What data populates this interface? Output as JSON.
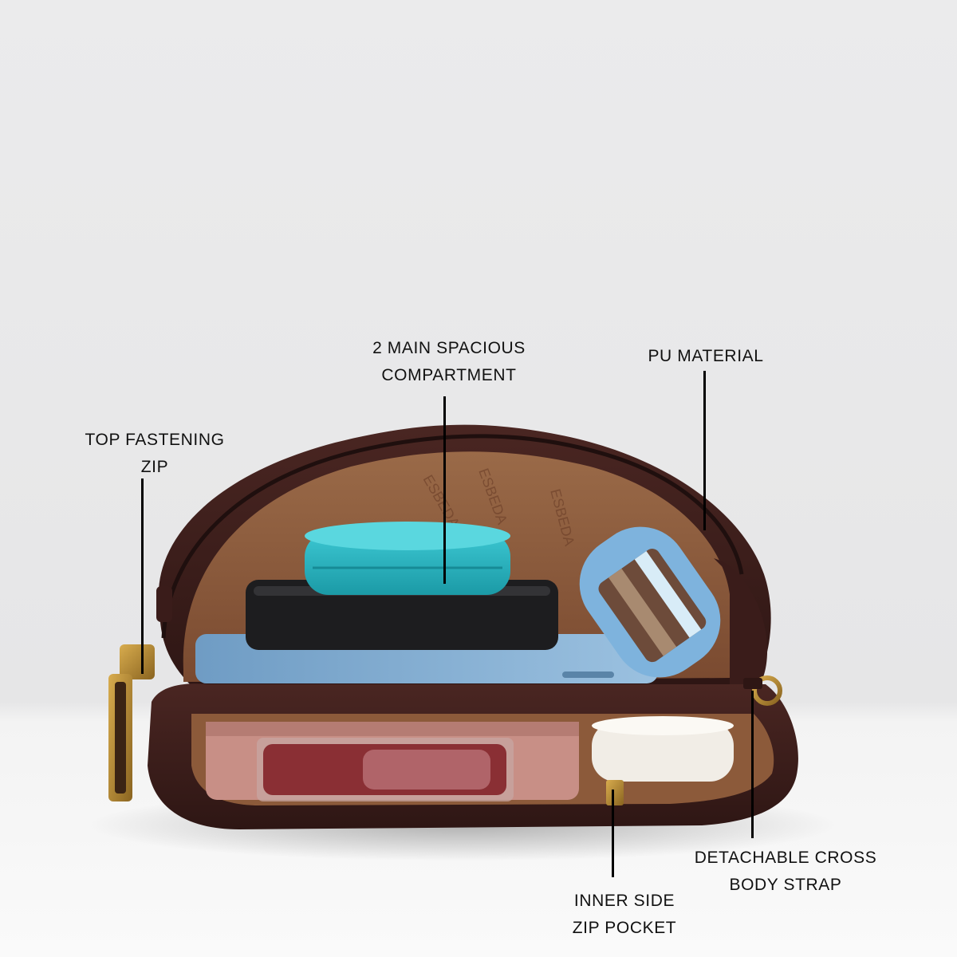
{
  "image": {
    "subject": "product-feature-photo",
    "colors": {
      "background": "#e8e8e9",
      "floor": "#f7f7f7",
      "leather": "#3d1f1d",
      "lining": "#8a5a3c",
      "hardware": "#b8892e",
      "label_text": "#111111"
    }
  },
  "callouts": {
    "top_fastening_zip": {
      "line1": "TOP FASTENING",
      "line2": "ZIP"
    },
    "main_compartment": {
      "line1": "2 MAIN SPACIOUS",
      "line2": "COMPARTMENT"
    },
    "pu_material": {
      "line1": "PU MATERIAL"
    },
    "detachable_strap": {
      "line1": "DETACHABLE CROSS",
      "line2": "BODY STRAP"
    },
    "inner_zip_pocket": {
      "line1": "INNER SIDE",
      "line2": "ZIP POCKET"
    }
  },
  "contents": [
    "teal-compact-tin",
    "black-power-bank",
    "blue-smartphone",
    "blue-travel-bottle",
    "lip-gloss",
    "pink-wallet",
    "white-compact"
  ]
}
